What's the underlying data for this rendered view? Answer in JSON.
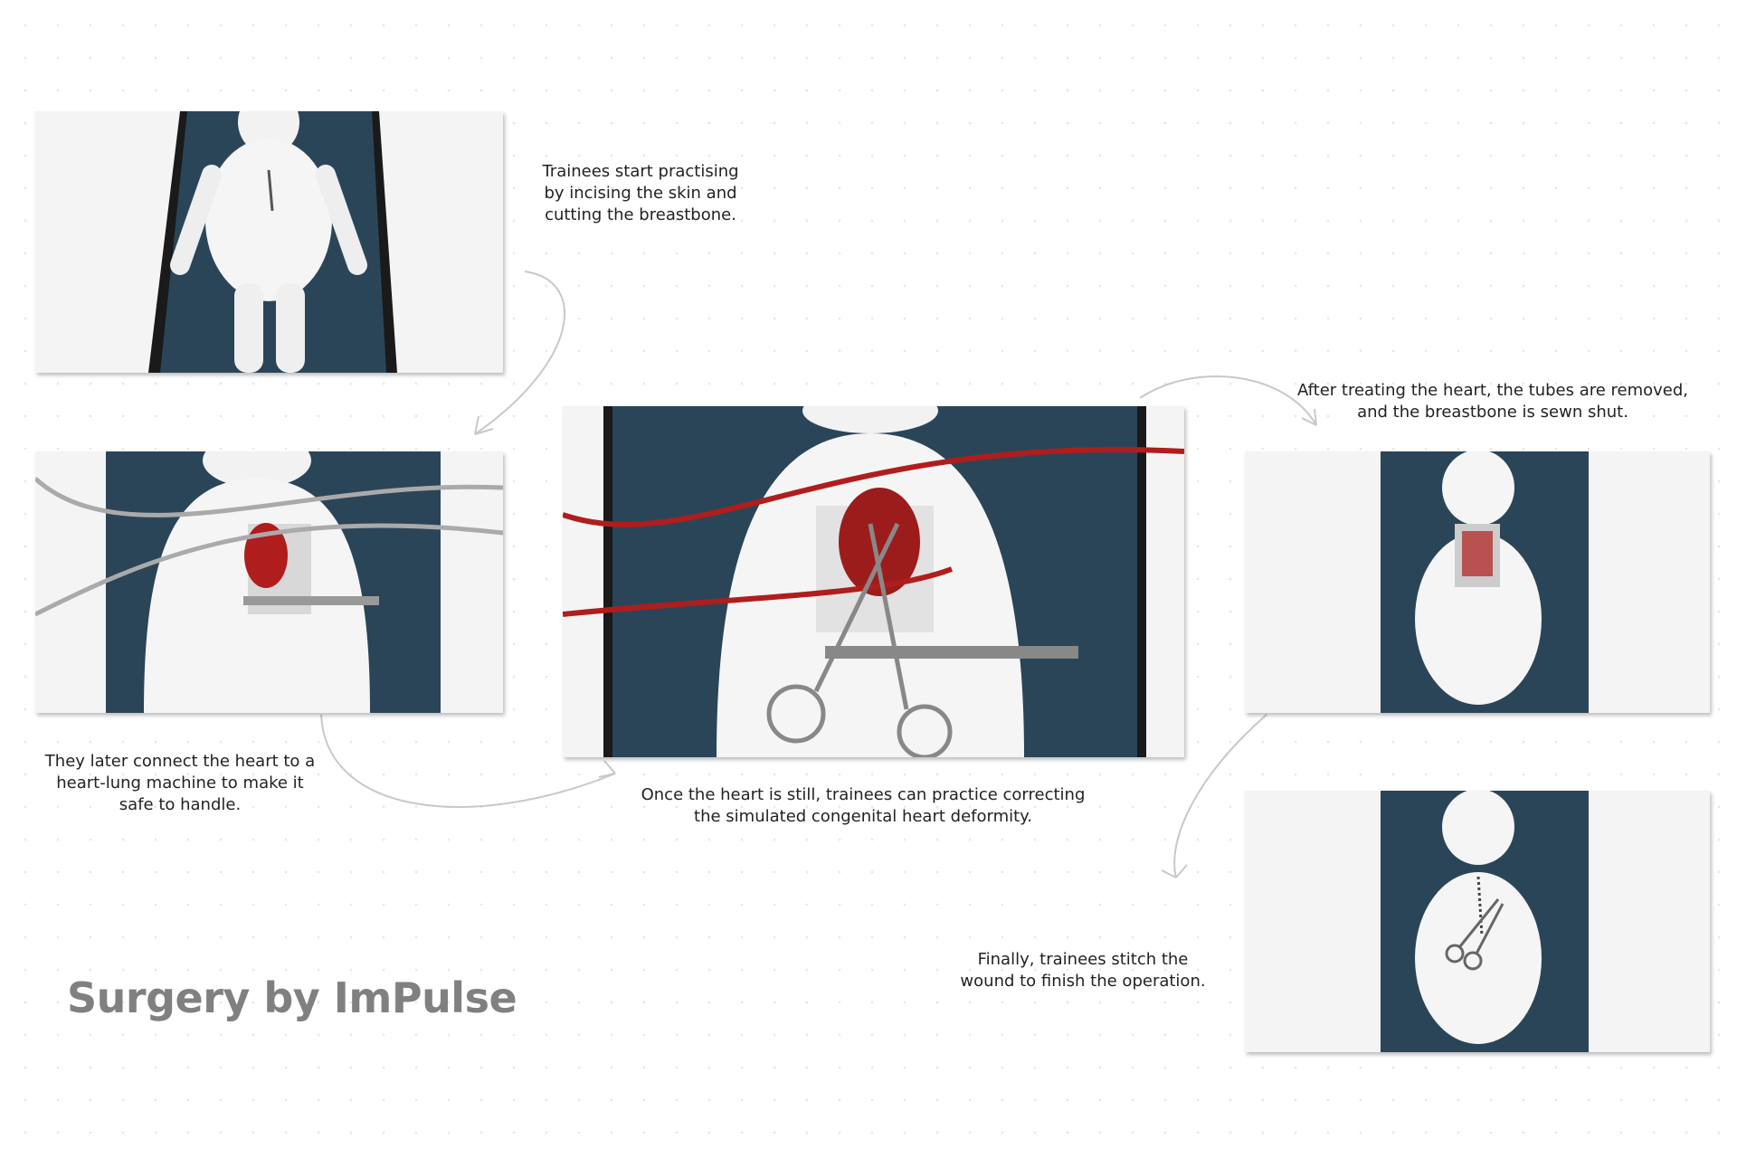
{
  "title": "Surgery by ImPulse",
  "steps": [
    {
      "caption": "Trainees start practising\nby incising the skin and\ncutting the breastbone."
    },
    {
      "caption": "They later connect the heart to a\nheart-lung machine to make it\nsafe to handle."
    },
    {
      "caption": "Once the heart is still, trainees can practice correcting\nthe simulated congenital heart deformity."
    },
    {
      "caption": "After treating the heart, the tubes are removed,\nand the breastbone is sewn shut."
    },
    {
      "caption": "Finally, trainees stitch the\nwound to finish the operation."
    }
  ],
  "colors": {
    "mattress": "#2b4558",
    "heart": "#b01d1d",
    "title": "#808080"
  }
}
